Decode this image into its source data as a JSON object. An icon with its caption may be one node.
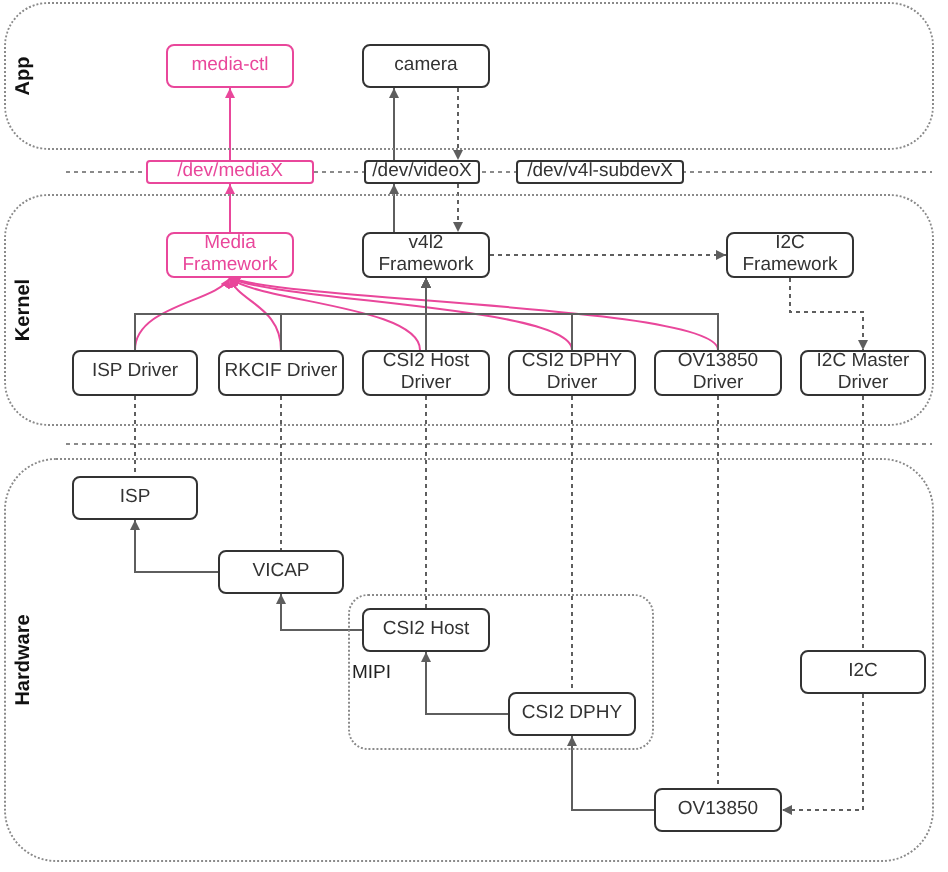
{
  "diagram": {
    "nodes": [
      {
        "text": [
          "App"
        ]
      },
      {
        "text": [
          "media-ctl"
        ],
        "in": 0
      },
      {
        "text": [
          "camera"
        ],
        "in": 0
      },
      {
        "text": [
          "/dev/mediaX"
        ]
      },
      {
        "text": [
          "/dev/videoX"
        ]
      },
      {
        "text": [
          "/dev/v4l-subdevX"
        ]
      },
      {
        "text": [
          "Kernel"
        ]
      },
      {
        "text": [
          "Media Framework"
        ],
        "in": 6
      },
      {
        "text": [
          "v4l2 Framework"
        ],
        "in": 6
      },
      {
        "text": [
          "I2C Framework"
        ],
        "in": 6
      },
      {
        "text": [
          "ISP Driver"
        ],
        "in": 6
      },
      {
        "text": [
          "RKCIF Driver"
        ],
        "in": 6
      },
      {
        "text": [
          "CSI2 Host Driver"
        ],
        "in": 6
      },
      {
        "text": [
          "CSI2 DPHY Driver"
        ],
        "in": 6
      },
      {
        "text": [
          "OV13850 Driver"
        ],
        "in": 6
      },
      {
        "text": [
          "I2C Master Driver"
        ],
        "in": 6
      },
      {
        "text": [
          "Hardware"
        ]
      },
      {
        "text": [
          "ISP"
        ],
        "in": 16
      },
      {
        "text": [
          "VICAP"
        ],
        "in": 16
      },
      {
        "text": [
          "MIPI"
        ],
        "in": 16
      },
      {
        "text": [
          "CSI2 Host"
        ],
        "in": 19
      },
      {
        "text": [
          "CSI2 DPHY"
        ],
        "in": 19
      },
      {
        "text": [
          "I2C"
        ],
        "in": 16
      },
      {
        "text": [
          "OV13850"
        ],
        "in": 16
      }
    ],
    "edges": [
      {
        "from": 7,
        "to": 3,
        "arrow": "to",
        "color": "#e9479b"
      },
      {
        "from": 3,
        "to": 1,
        "arrow": "to",
        "color": "#e9479b"
      },
      {
        "from": 8,
        "to": 4,
        "arrow": "to"
      },
      {
        "from": 4,
        "to": 2,
        "arrow": "to"
      },
      {
        "from": 2,
        "to": 4,
        "arrow": "to",
        "style": "dashed"
      },
      {
        "from": 4,
        "to": 8,
        "arrow": "to",
        "style": "dashed"
      },
      {
        "from": 8,
        "to": 9,
        "arrow": "to",
        "style": "dashed"
      },
      {
        "from": 9,
        "to": 15,
        "arrow": "to",
        "style": "dashed"
      },
      {
        "from": 10,
        "to": 7,
        "arrow": "to",
        "color": "#e9479b"
      },
      {
        "from": 11,
        "to": 7,
        "arrow": "to",
        "color": "#e9479b"
      },
      {
        "from": 12,
        "to": 7,
        "arrow": "to",
        "color": "#e9479b"
      },
      {
        "from": 13,
        "to": 7,
        "arrow": "to",
        "color": "#e9479b"
      },
      {
        "from": 14,
        "to": 7,
        "arrow": "to",
        "color": "#e9479b"
      },
      {
        "from": 10,
        "to": 8,
        "arrow": "to"
      },
      {
        "from": 11,
        "to": 8,
        "arrow": "to"
      },
      {
        "from": 12,
        "to": 8,
        "arrow": "to"
      },
      {
        "from": 13,
        "to": 8,
        "arrow": "to"
      },
      {
        "from": 14,
        "to": 8,
        "arrow": "to"
      },
      {
        "from": 10,
        "to": 17,
        "arrow": "none",
        "style": "dashed"
      },
      {
        "from": 11,
        "to": 18,
        "arrow": "none",
        "style": "dashed"
      },
      {
        "from": 12,
        "to": 20,
        "arrow": "none",
        "style": "dashed"
      },
      {
        "from": 13,
        "to": 21,
        "arrow": "none",
        "style": "dashed"
      },
      {
        "from": 14,
        "to": 23,
        "arrow": "none",
        "style": "dashed"
      },
      {
        "from": 15,
        "to": 22,
        "arrow": "none",
        "style": "dashed"
      },
      {
        "from": 22,
        "to": 23,
        "arrow": "to",
        "style": "dashed"
      },
      {
        "from": 18,
        "to": 17,
        "arrow": "to"
      },
      {
        "from": 20,
        "to": 18,
        "arrow": "to"
      },
      {
        "from": 21,
        "to": 20,
        "arrow": "to"
      },
      {
        "from": 23,
        "to": 21,
        "arrow": "to"
      }
    ]
  }
}
